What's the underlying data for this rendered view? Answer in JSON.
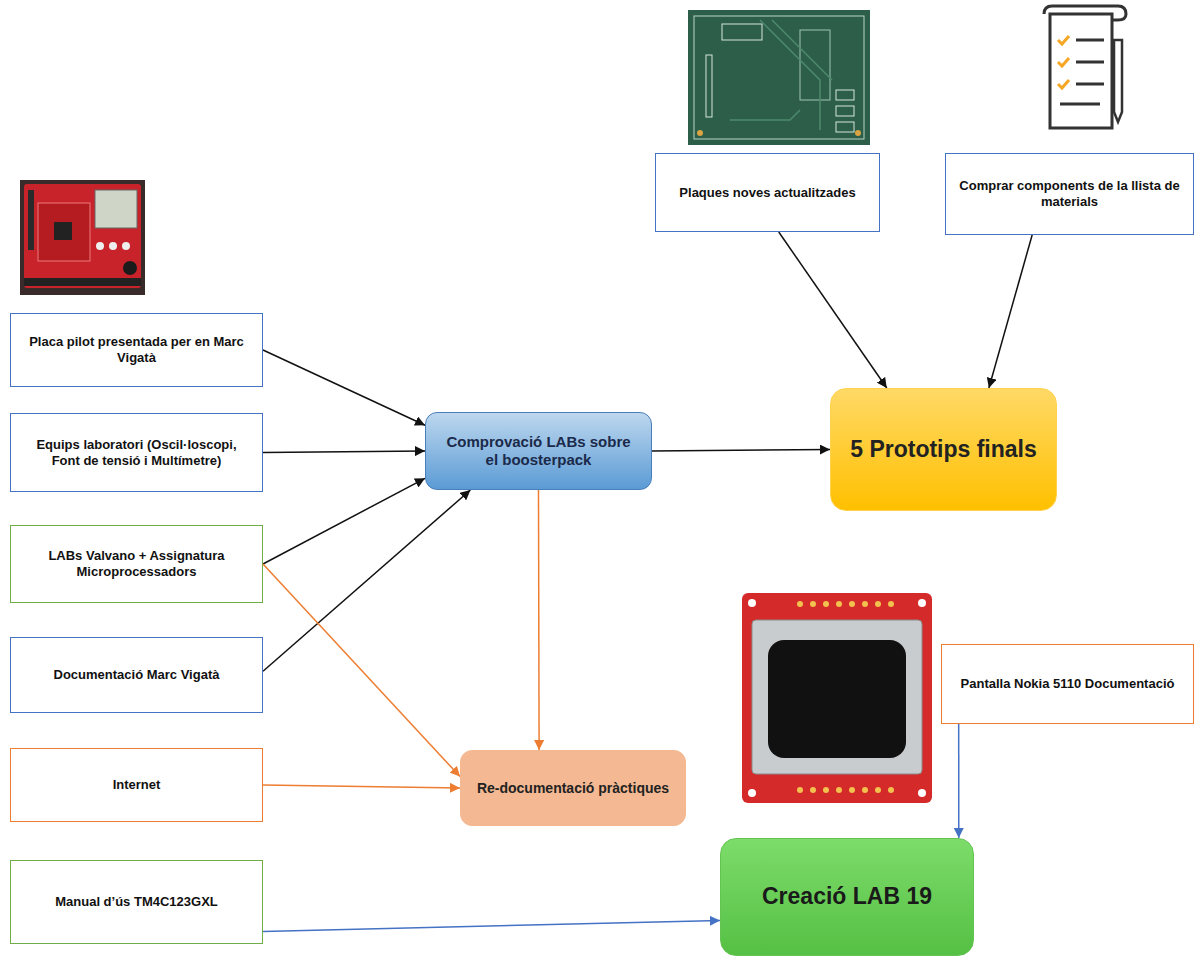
{
  "diagram": {
    "nodes": [
      {
        "text": [
          "Placa pilot presentada per en Marc Vigatà"
        ]
      },
      {
        "text": [
          "Equips laboratori (Oscil·loscopi, Font de tensió i Multímetre)"
        ]
      },
      {
        "text": [
          "LABs Valvano + Assignatura Microprocessadors"
        ]
      },
      {
        "text": [
          "Documentació Marc Vigatà"
        ]
      },
      {
        "text": [
          "Internet"
        ]
      },
      {
        "text": [
          "Manual d’ús TM4C123GXL"
        ]
      },
      {
        "text": [
          "Comprovació LABs sobre el boosterpack"
        ]
      },
      {
        "text": [
          "Re-documentació pràctiques"
        ]
      },
      {
        "text": [
          "5 Prototips finals"
        ]
      },
      {
        "text": [
          "Plaques noves actualitzades"
        ]
      },
      {
        "text": [
          "Comprar components de la llista de materials"
        ]
      },
      {
        "text": [
          "Pantalla Nokia 5110 Documentació"
        ]
      },
      {
        "text": [
          "Creació LAB 19"
        ]
      }
    ],
    "edges": [
      {
        "from": 0,
        "to": 6,
        "arrow": "to"
      },
      {
        "from": 1,
        "to": 6,
        "arrow": "to"
      },
      {
        "from": 2,
        "to": 6,
        "arrow": "to"
      },
      {
        "from": 3,
        "to": 6,
        "arrow": "to"
      },
      {
        "from": 2,
        "to": 7,
        "arrow": "to"
      },
      {
        "from": 6,
        "to": 7,
        "arrow": "to"
      },
      {
        "from": 4,
        "to": 7,
        "arrow": "to"
      },
      {
        "from": 6,
        "to": 8,
        "arrow": "to"
      },
      {
        "from": 9,
        "to": 8,
        "arrow": "to"
      },
      {
        "from": 10,
        "to": 8,
        "arrow": "to"
      },
      {
        "from": 11,
        "to": 12,
        "arrow": "to"
      },
      {
        "from": 5,
        "to": 12,
        "arrow": "to"
      }
    ]
  }
}
